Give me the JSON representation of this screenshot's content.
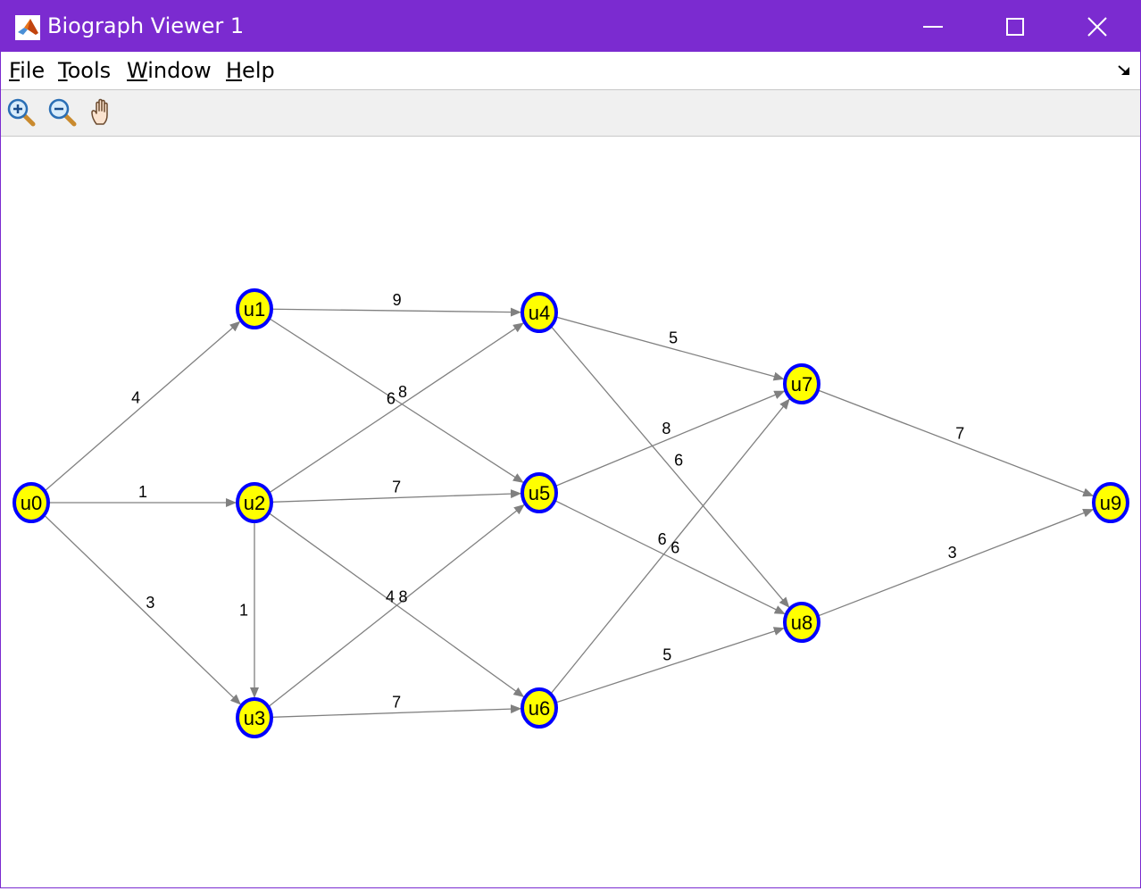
{
  "window": {
    "title": "Biograph Viewer 1"
  },
  "menu": {
    "file": "File",
    "tools": "Tools",
    "window": "Window",
    "help": "Help"
  },
  "toolbar": {
    "zoom_in_icon": "zoom-in-icon",
    "zoom_out_icon": "zoom-out-icon",
    "pan_icon": "pan-hand-icon"
  },
  "colors": {
    "titlebar": "#7b2bd0",
    "node_fill": "#ffff00",
    "node_border": "#0000ff",
    "edge": "#808080"
  },
  "graph": {
    "nodes": [
      "u0",
      "u1",
      "u2",
      "u3",
      "u4",
      "u5",
      "u6",
      "u7",
      "u8",
      "u9"
    ],
    "edges": [
      {
        "from": "u0",
        "to": "u1",
        "weight": "4"
      },
      {
        "from": "u0",
        "to": "u2",
        "weight": "1"
      },
      {
        "from": "u0",
        "to": "u3",
        "weight": "3"
      },
      {
        "from": "u1",
        "to": "u4",
        "weight": "9"
      },
      {
        "from": "u1",
        "to": "u5",
        "weight": "8"
      },
      {
        "from": "u2",
        "to": "u4",
        "weight": "6"
      },
      {
        "from": "u2",
        "to": "u5",
        "weight": "7"
      },
      {
        "from": "u2",
        "to": "u6",
        "weight": "8"
      },
      {
        "from": "u2",
        "to": "u3",
        "weight": "1"
      },
      {
        "from": "u3",
        "to": "u5",
        "weight": "4"
      },
      {
        "from": "u3",
        "to": "u6",
        "weight": "7"
      },
      {
        "from": "u4",
        "to": "u7",
        "weight": "5"
      },
      {
        "from": "u4",
        "to": "u8",
        "weight": "6"
      },
      {
        "from": "u5",
        "to": "u7",
        "weight": "8"
      },
      {
        "from": "u5",
        "to": "u8",
        "weight": "6"
      },
      {
        "from": "u6",
        "to": "u7",
        "weight": "6"
      },
      {
        "from": "u6",
        "to": "u8",
        "weight": "5"
      },
      {
        "from": "u7",
        "to": "u9",
        "weight": "7"
      },
      {
        "from": "u8",
        "to": "u9",
        "weight": "3"
      }
    ]
  }
}
